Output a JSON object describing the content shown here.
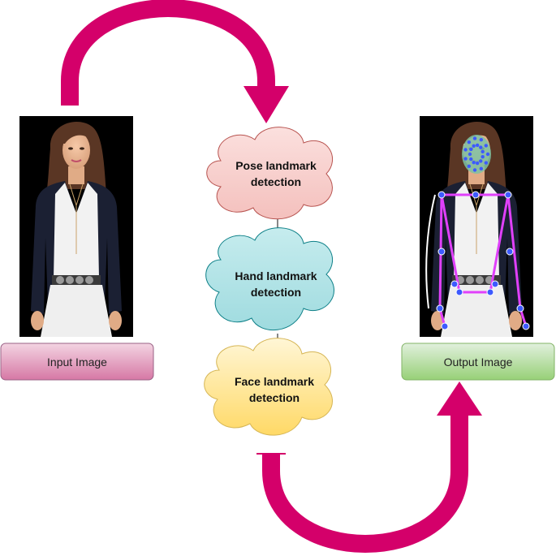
{
  "diagram": {
    "steps": [
      {
        "label": "Pose landmark\ndetection",
        "line1": "Pose landmark",
        "line2": "detection",
        "fill": "#f8cecc",
        "stroke": "#b85450"
      },
      {
        "label": "Hand landmark\ndetection",
        "line1": "Hand landmark",
        "line2": "detection",
        "fill": "#b0e3e6",
        "stroke": "#0e8088"
      },
      {
        "label": "Face landmark\ndetection",
        "line1": "Face landmark",
        "line2": "detection",
        "fill": "#fff2cc",
        "stroke": "#d6b656"
      }
    ],
    "input_box": {
      "label": "Input Image",
      "fill_top": "#f3d4e2",
      "fill_bottom": "#d678a5",
      "stroke": "#996185"
    },
    "output_box": {
      "label": "Output Image",
      "fill_top": "#d5e8d4",
      "fill_bottom": "#97d077",
      "stroke": "#82b366"
    },
    "arrow_color": "#d4006a",
    "landmark_colors": {
      "skeleton": "#e040fb",
      "point": "#3d5afe",
      "mesh": "#7cc1a3"
    }
  }
}
